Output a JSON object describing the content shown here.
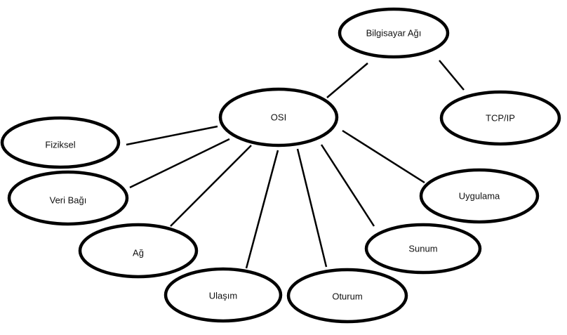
{
  "diagram": {
    "nodes": {
      "bilgisayar_agi": "Bilgisayar Ağı",
      "tcp_ip": "TCP/IP",
      "osi": "OSI",
      "fiziksel": "Fiziksel",
      "veri_bagi": "Veri Bağı",
      "ag": "Ağ",
      "ulasim": "Ulaşım",
      "oturum": "Oturum",
      "sunum": "Sunum",
      "uygulama": "Uygulama"
    },
    "edges": [
      [
        "bilgisayar_agi",
        "osi"
      ],
      [
        "bilgisayar_agi",
        "tcp_ip"
      ],
      [
        "osi",
        "fiziksel"
      ],
      [
        "osi",
        "veri_bagi"
      ],
      [
        "osi",
        "ag"
      ],
      [
        "osi",
        "ulasim"
      ],
      [
        "osi",
        "oturum"
      ],
      [
        "osi",
        "sunum"
      ],
      [
        "osi",
        "uygulama"
      ]
    ]
  }
}
